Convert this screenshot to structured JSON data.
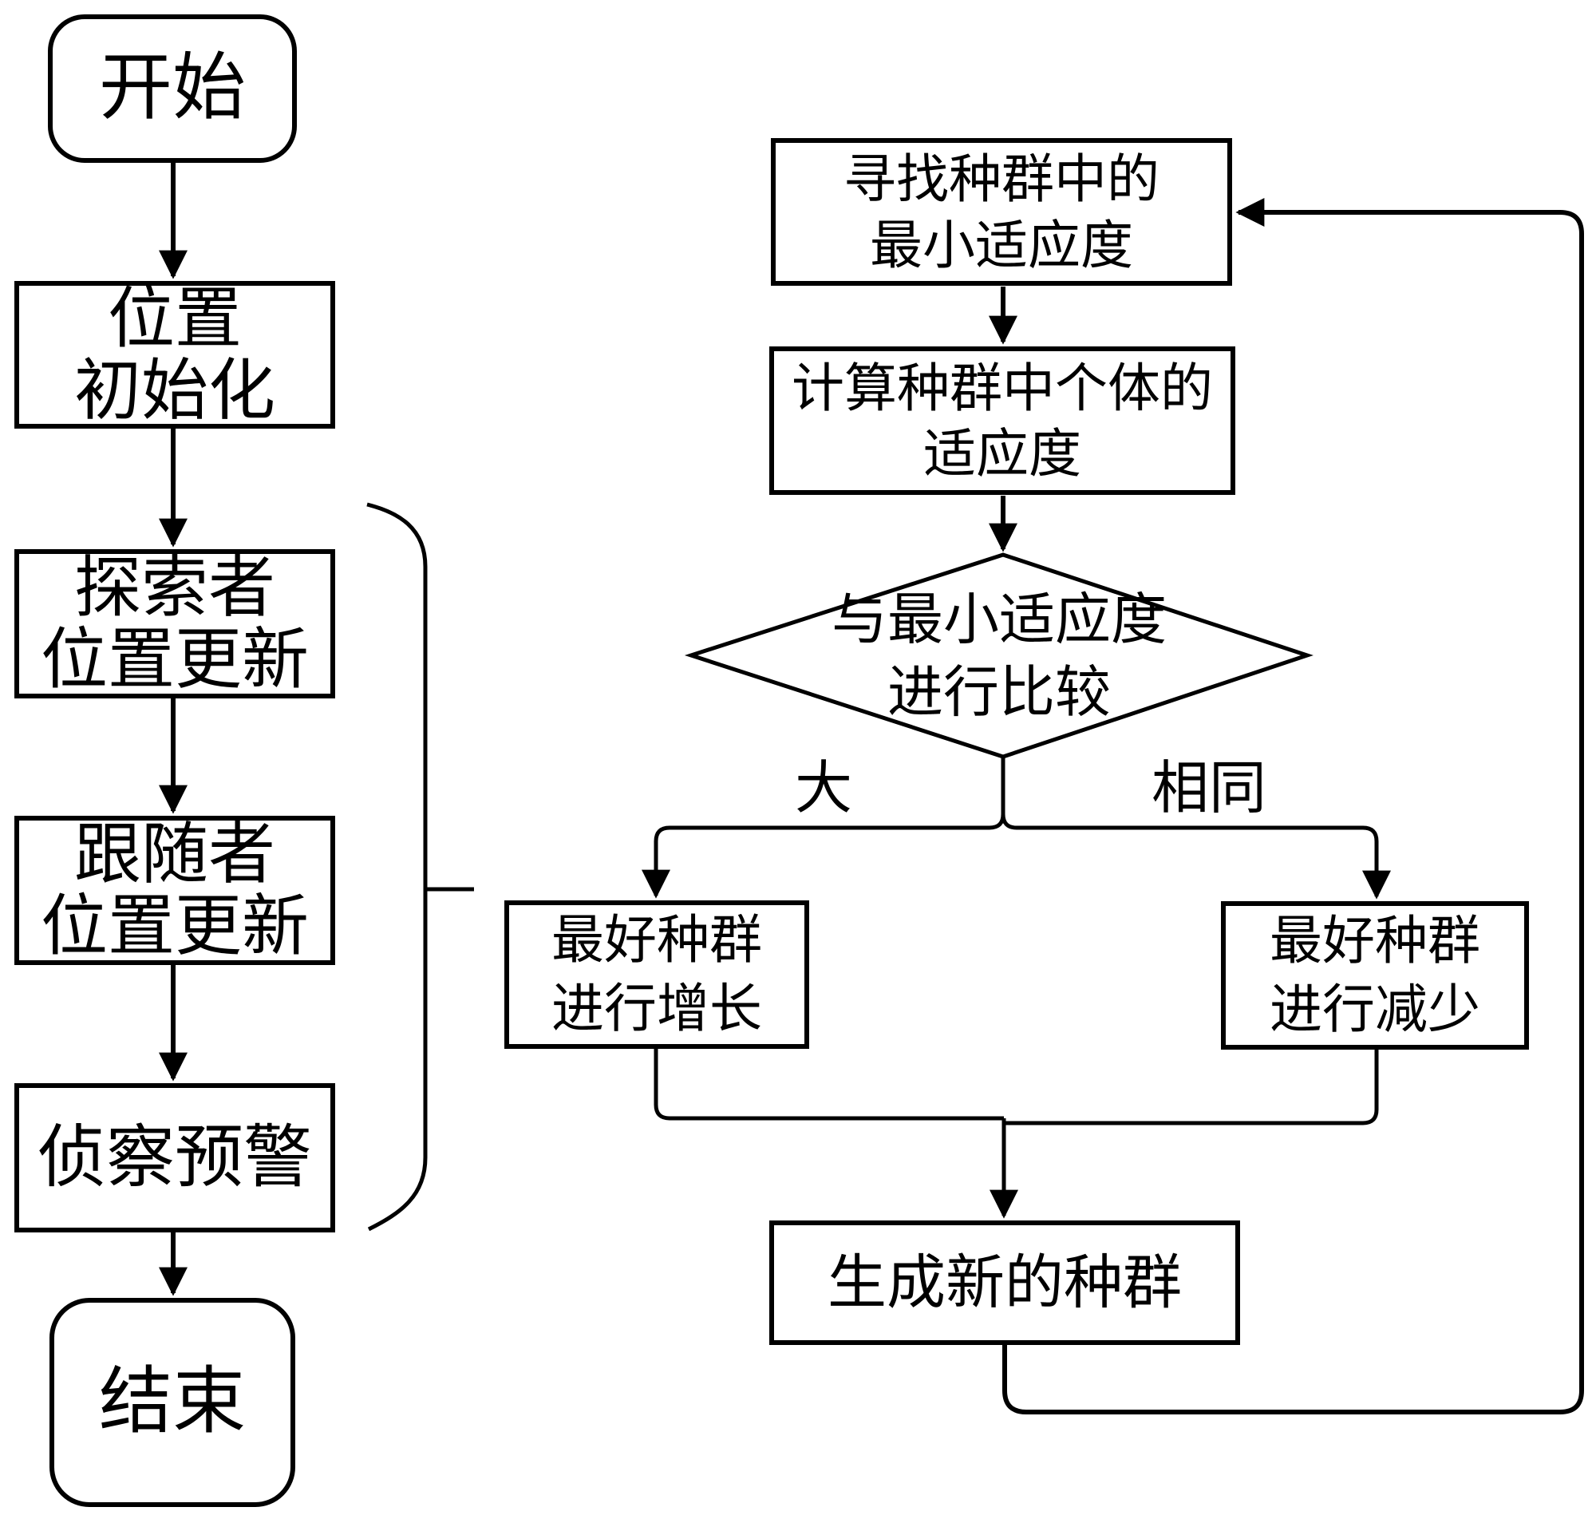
{
  "colors": {
    "stroke": "#000000",
    "background": "#ffffff"
  },
  "left_flow": {
    "start": {
      "label": "开始"
    },
    "init": {
      "line1": "位置",
      "line2": "初始化"
    },
    "explorer": {
      "line1": "探索者",
      "line2": "位置更新"
    },
    "follower": {
      "line1": "跟随者",
      "line2": "位置更新"
    },
    "scout": {
      "label": "侦察预警"
    },
    "end": {
      "label": "结束"
    }
  },
  "right_flow": {
    "find_min": {
      "line1": "寻找种群中的",
      "line2": "最小适应度"
    },
    "calc_fitness": {
      "line1": "计算种群中个体的",
      "line2": "适应度"
    },
    "compare_decision": {
      "line1": "与最小适应度",
      "line2": "进行比较"
    },
    "branch_labels": {
      "greater": "大",
      "same": "相同"
    },
    "grow": {
      "line1": "最好种群",
      "line2": "进行增长"
    },
    "shrink": {
      "line1": "最好种群",
      "line2": "进行减少"
    },
    "generate": {
      "label": "生成新的种群"
    }
  }
}
